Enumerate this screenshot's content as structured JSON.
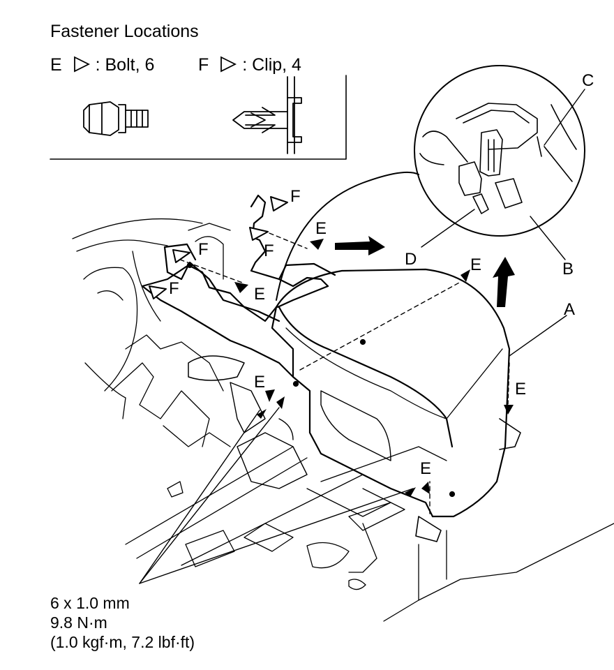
{
  "title": "Fastener Locations",
  "legend": {
    "e_prefix": "E",
    "e_text": ": Bolt, 6",
    "f_prefix": "F",
    "f_text": ": Clip, 4"
  },
  "callouts": {
    "a": "A",
    "b": "B",
    "c": "C",
    "d": "D",
    "e1": "E",
    "e2": "E",
    "e3": "E",
    "e4": "E",
    "e5": "E",
    "e6": "E",
    "f1": "F",
    "f2": "F",
    "f3": "F",
    "f4": "F"
  },
  "torque_spec": {
    "line1": "6 x 1.0 mm",
    "line2": "9.8 N·m",
    "line3": "(1.0 kgf·m, 7.2 lbf·ft)"
  }
}
